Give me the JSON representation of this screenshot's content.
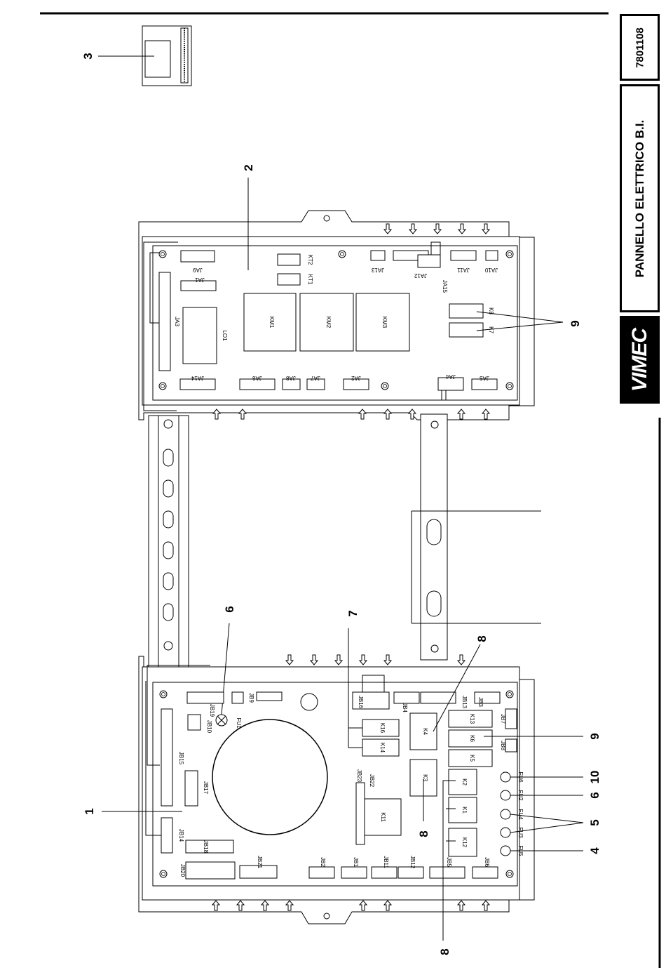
{
  "document": {
    "code": "7801108",
    "title": "PANNELLO ELETTRICO B.I.",
    "logo": "VIMEC"
  },
  "callouts": {
    "c1": "1",
    "c2": "2",
    "c3": "3",
    "c4": "4",
    "c5": "5",
    "c6a": "6",
    "c6b": "6",
    "c7": "7",
    "c8a": "8",
    "c8b": "8",
    "c8c": "8",
    "c9a": "9",
    "c9b": "9",
    "c10": "10"
  },
  "upper_board": {
    "JA9": "JA9",
    "JA1": "JA1",
    "JA3": "JA3",
    "JA14": "JA14",
    "JA6": "JA6",
    "JA8": "JA8",
    "JA7": "JA7",
    "JA2": "JA2",
    "JA4": "JA4",
    "JA5": "JA5",
    "JA13": "JA13",
    "JA12": "JA12",
    "JA11": "JA11",
    "JA10": "JA10",
    "JA15": "JA15",
    "KT1": "KT1",
    "KT2": "KT2",
    "LO1": "LO1",
    "KM1": "KM1",
    "KM2": "KM2",
    "KM3": "KM3",
    "K7": "K7",
    "K8": "K8"
  },
  "lower_board": {
    "JB19": "JB19",
    "JB9": "JB9",
    "JB10": "JB10",
    "FU1": "FU1",
    "JB15": "JB15",
    "JB17": "JB17",
    "JB14": "JB14",
    "JB18": "JB18",
    "JB16": "JB16",
    "JB20": "JB20",
    "JB21": "JB21",
    "JB2": "JB2",
    "JB1": "JB1",
    "JB11": "JB11",
    "JB12": "JB12",
    "JB5": "JB5",
    "JB6": "JB6",
    "JB4": "JB4",
    "JB3": "JB3",
    "JB7": "JB7",
    "JB8": "JB8",
    "JB13": "JB13",
    "JB22": "JB22",
    "JB23": "JB23",
    "K16": "K16",
    "K14": "K14",
    "K4": "K4",
    "K13": "K13",
    "K6": "K6",
    "K5": "K5",
    "K3": "K3",
    "K2": "K2",
    "K1": "K1",
    "K12": "K12",
    "K11": "K11",
    "FU6": "FU6",
    "FU2": "FU2",
    "FU4": "FU4",
    "FU3": "FU3",
    "FU5": "FU5"
  }
}
